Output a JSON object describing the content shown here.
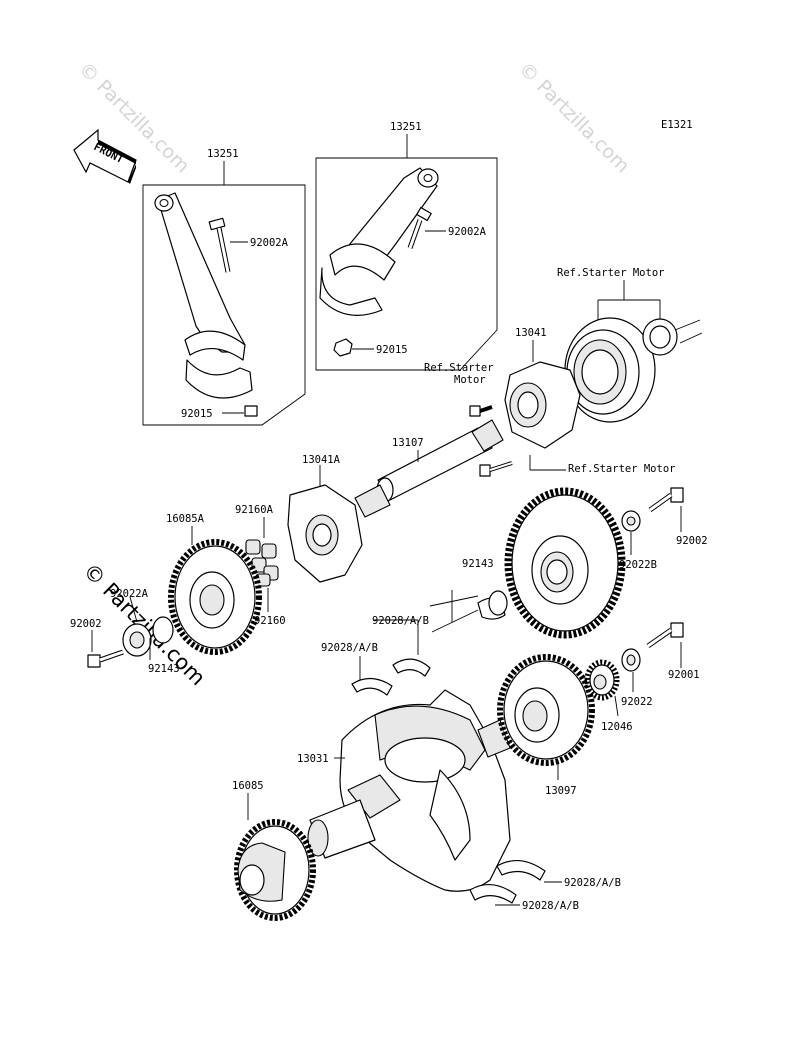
{
  "diagram_code": "E1321",
  "front_label": "FRONT",
  "watermarks": [
    "© Partzilla.com",
    "© Partzilla.com",
    "© Partzilla.com"
  ],
  "labels": {
    "l13251a": "13251",
    "l13251b": "13251",
    "l92002A_a": "92002A",
    "l92002A_b": "92002A",
    "l92015_a": "92015",
    "l92015_b": "92015",
    "ref_starter_1": "Ref.Starter Motor",
    "ref_starter_2a": "Ref.Starter",
    "ref_starter_2b": "Motor",
    "ref_starter_3": "Ref.Starter Motor",
    "l13041": "13041",
    "l13107": "13107",
    "l13041A": "13041A",
    "l16085A": "16085A",
    "l92160A": "92160A",
    "l92022A": "92022A",
    "l92002_left": "92002",
    "l92143_left": "92143",
    "l92160": "92160",
    "l92002_right": "92002",
    "l92022B": "92022B",
    "l92143_mid": "92143",
    "l92028_1": "92028/A/B",
    "l92028_2": "92028/A/B",
    "l92001": "92001",
    "l92022": "92022",
    "l12046": "12046",
    "l13031": "13031",
    "l13097": "13097",
    "l16085": "16085",
    "l92028_3": "92028/A/B",
    "l92028_4": "92028/A/B"
  }
}
